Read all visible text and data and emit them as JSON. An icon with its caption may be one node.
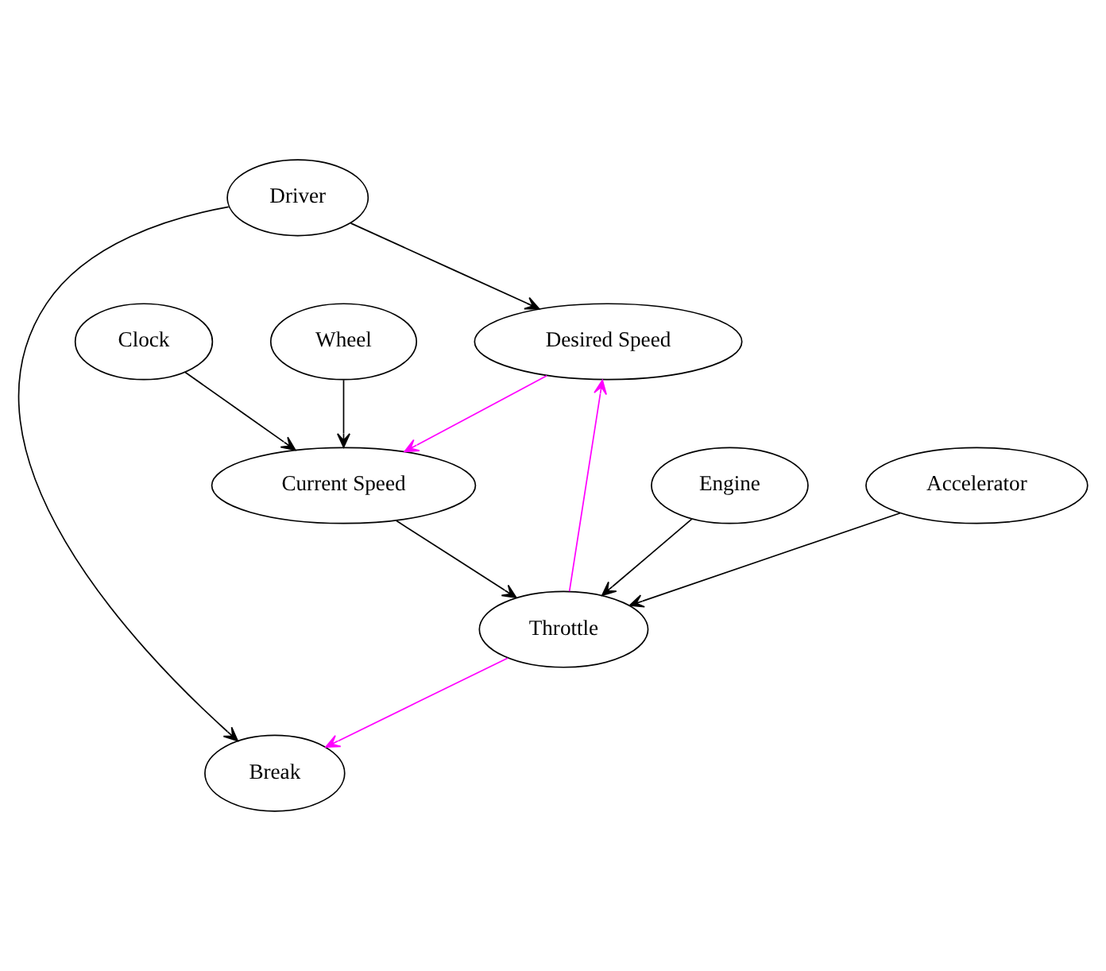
{
  "diagram": {
    "nodes": [
      {
        "text": [
          "Driver"
        ]
      },
      {
        "text": [
          "Clock"
        ]
      },
      {
        "text": [
          "Wheel"
        ]
      },
      {
        "text": [
          "Current Speed"
        ]
      },
      {
        "text": [
          "Break"
        ]
      },
      {
        "text": [
          "Desired Speed"
        ]
      },
      {
        "text": [
          "Engine"
        ]
      },
      {
        "text": [
          "Throttle"
        ]
      },
      {
        "text": [
          "Accelerator"
        ]
      }
    ],
    "edges": [
      {
        "from": 0,
        "to": 4,
        "arrow": "to"
      },
      {
        "from": 0,
        "to": 5,
        "arrow": "to"
      },
      {
        "from": 1,
        "to": 3,
        "arrow": "to"
      },
      {
        "from": 2,
        "to": 3,
        "arrow": "to"
      },
      {
        "from": 3,
        "to": 7,
        "arrow": "to"
      },
      {
        "from": 5,
        "to": 3,
        "arrow": "to",
        "color": "#ff00ff"
      },
      {
        "from": 7,
        "to": 5,
        "arrow": "to",
        "color": "#ff00ff"
      },
      {
        "from": 7,
        "to": 4,
        "arrow": "to",
        "color": "#ff00ff"
      },
      {
        "from": 6,
        "to": 7,
        "arrow": "to"
      },
      {
        "from": 8,
        "to": 7,
        "arrow": "to"
      }
    ]
  }
}
